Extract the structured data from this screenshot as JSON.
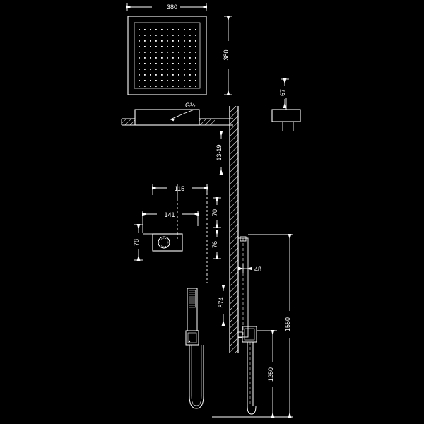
{
  "drawing": {
    "title": "Shower column technical drawing",
    "background_color": "#000000",
    "line_color": "#ffffff",
    "units": "mm",
    "dimensions": {
      "head_width": "380",
      "head_depth": "380",
      "ceiling_arm_height": "67",
      "wall_thickness": "13-19",
      "valve_plate_width": "115",
      "valve_plate_offset": "141",
      "valve_plate_height": "78",
      "valve_center_to_wall_top": "70",
      "valve_center_drop": "76",
      "outlet_projection": "48",
      "handshower_holder_drop": "874",
      "column_height": "1550",
      "outlet_height": "1250",
      "thread_size": "G½"
    }
  },
  "labels": {
    "top_width": "380",
    "right_depth": "380",
    "thread": "G½",
    "arm_height": "67",
    "wall": "13-19",
    "dim_115": "115",
    "dim_141": "141",
    "dim_78": "78",
    "dim_70": "70",
    "dim_76": "76",
    "dim_48": "48",
    "dim_874": "874",
    "dim_1550": "1550",
    "dim_1250": "1250"
  }
}
